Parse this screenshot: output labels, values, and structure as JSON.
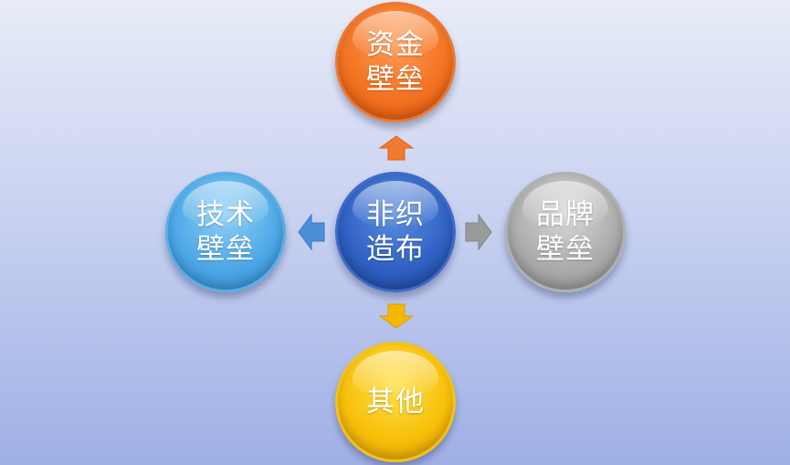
{
  "diagram": {
    "center": {
      "label": "非织造布",
      "color": "#2e5fc2"
    },
    "nodes": [
      {
        "id": "top",
        "label": "资金壁垒",
        "color": "#f2701e"
      },
      {
        "id": "left",
        "label": "技术壁垒",
        "color": "#4aa6e6"
      },
      {
        "id": "right",
        "label": "品牌壁垒",
        "color": "#a9a9a9"
      },
      {
        "id": "bottom",
        "label": "其他",
        "color": "#f7be08"
      }
    ],
    "arrows": [
      {
        "direction": "up",
        "color": "#f27a2e"
      },
      {
        "direction": "left",
        "color": "#4a90d9"
      },
      {
        "direction": "right",
        "color": "#9a9a9a"
      },
      {
        "direction": "down",
        "color": "#f5b800"
      }
    ]
  }
}
